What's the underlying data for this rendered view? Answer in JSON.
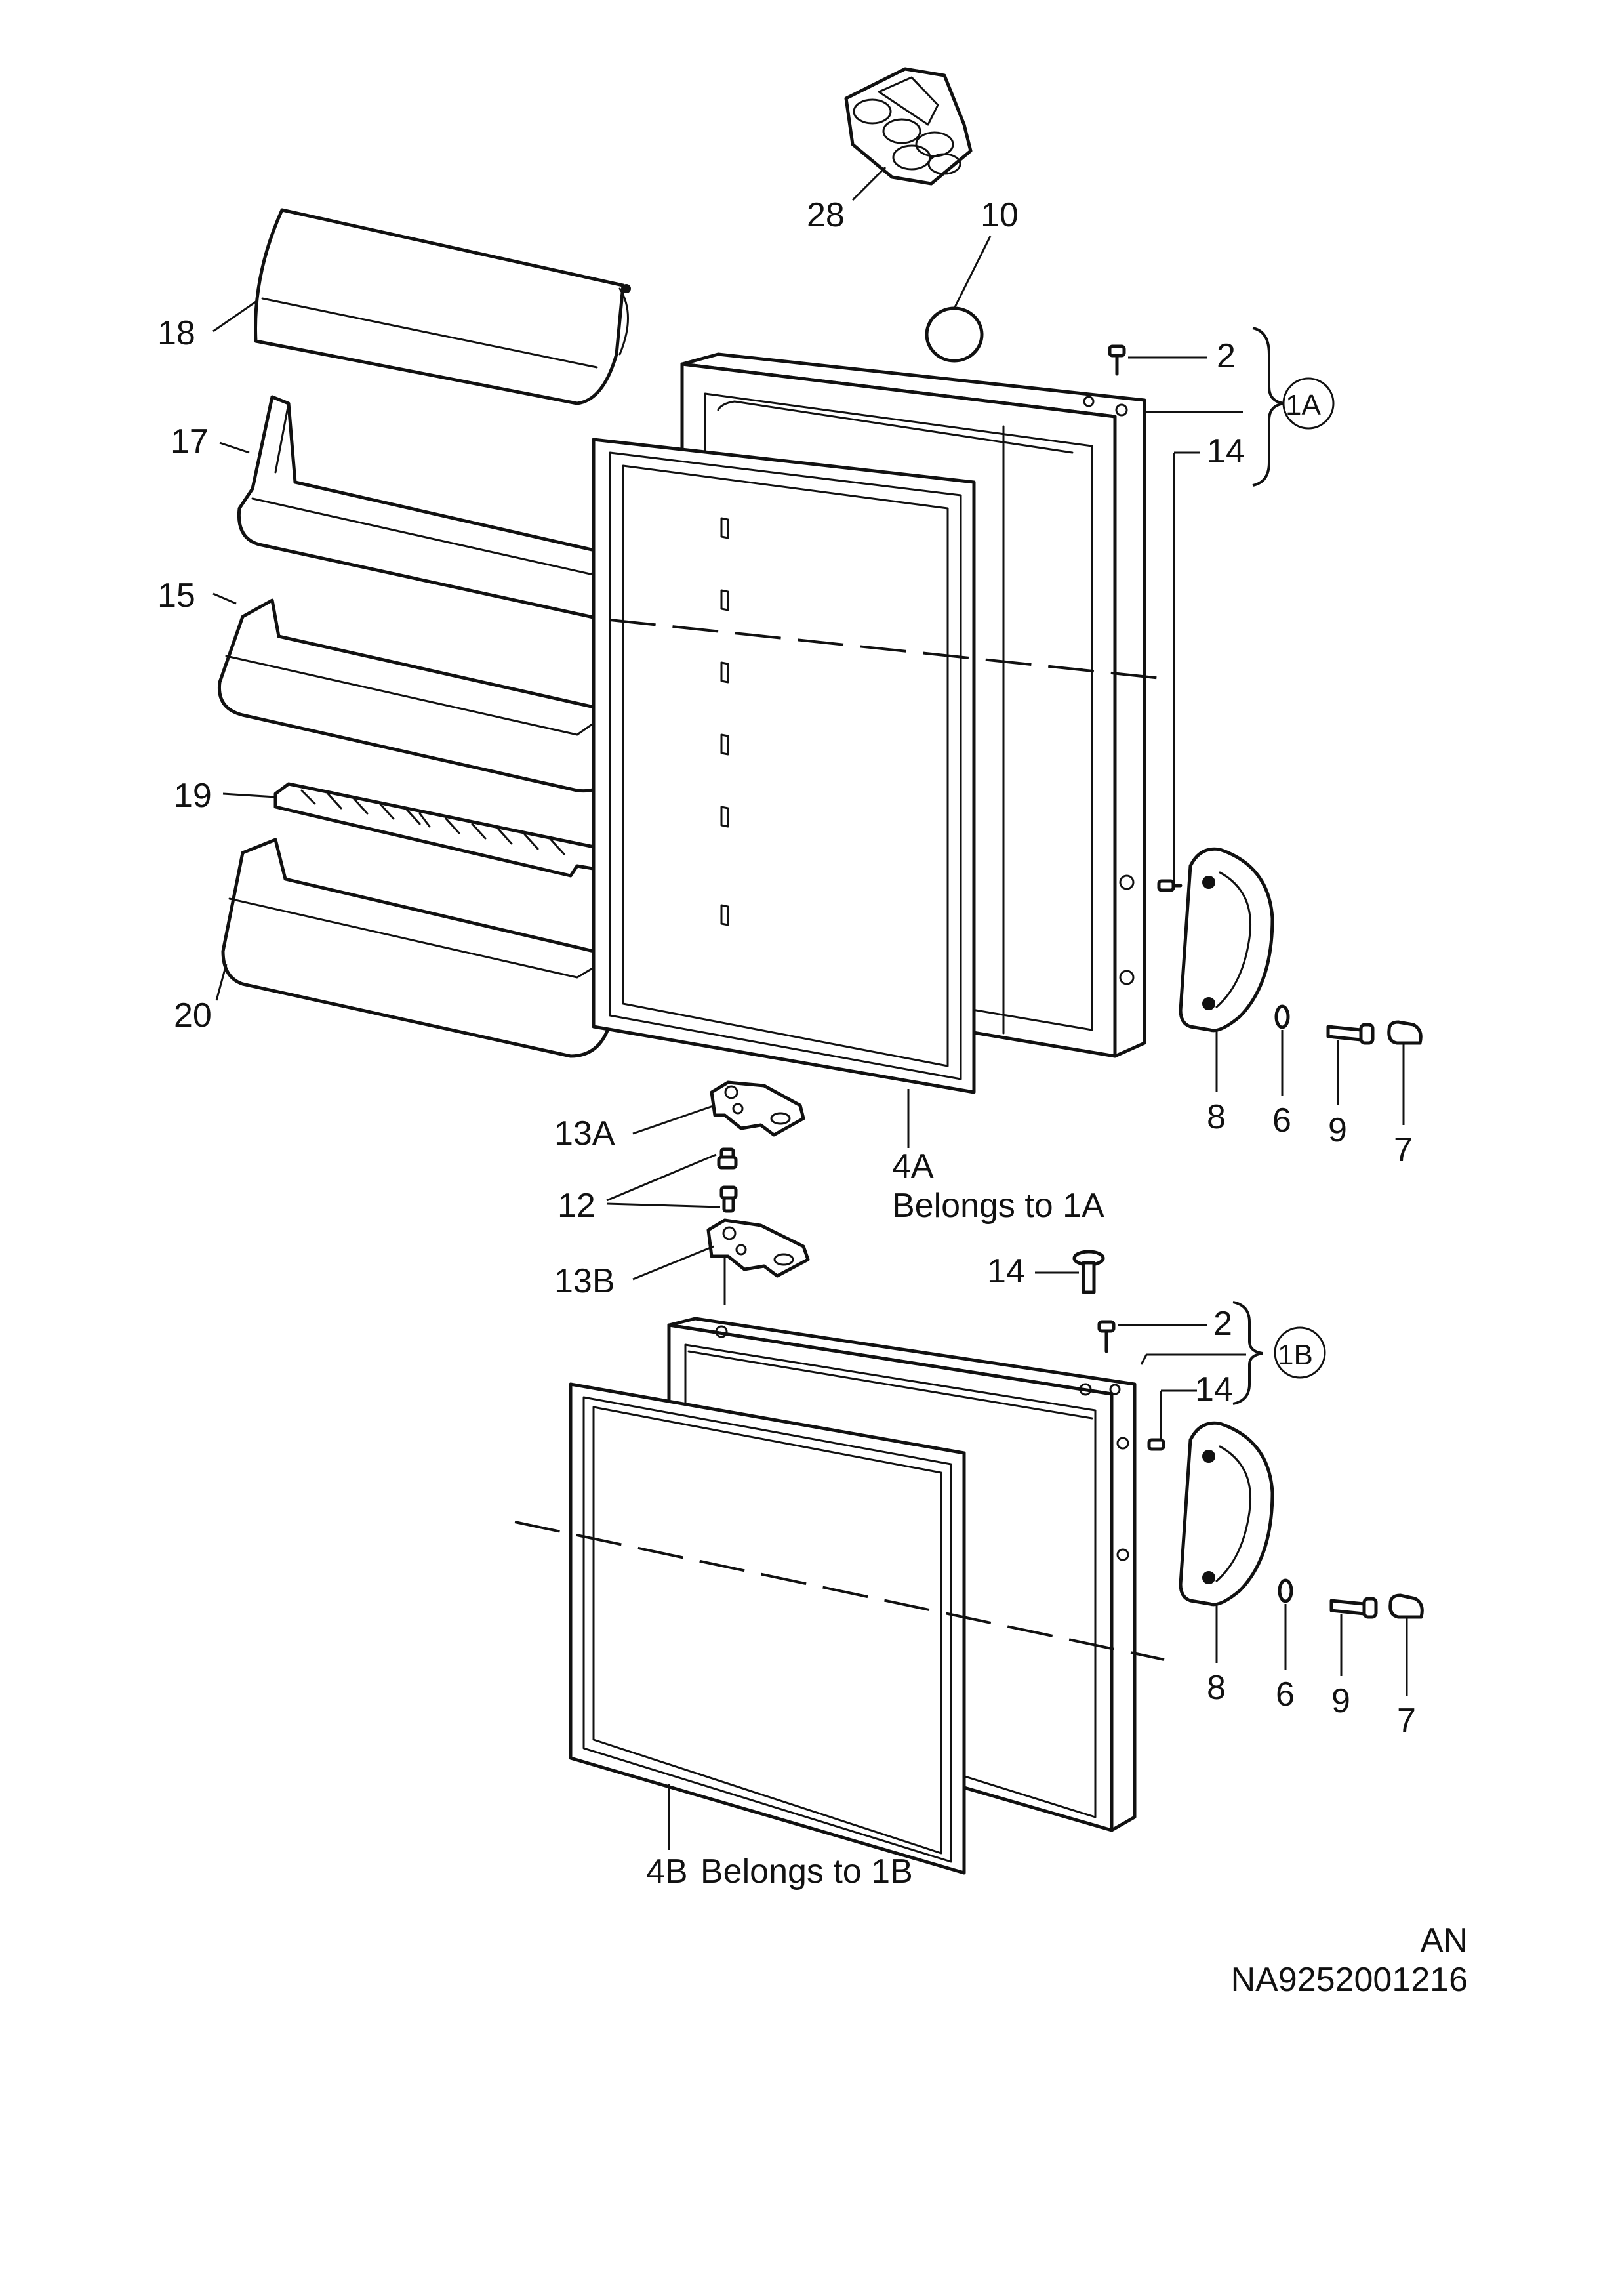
{
  "diagram": {
    "labels": {
      "p28": "28",
      "p10": "10",
      "p18": "18",
      "p2_top": "2",
      "p1A": "1A",
      "p14_top": "14",
      "p17": "17",
      "p15": "15",
      "p19": "19",
      "p20": "20",
      "p8_top": "8",
      "p6_top": "6",
      "p9_top": "9",
      "p7_top": "7",
      "p13A": "13A",
      "p12": "12",
      "p4A": "4A",
      "p4A_note": "Belongs to 1A",
      "p13B": "13B",
      "p14_mid": "14",
      "p2_bot": "2",
      "p1B": "1B",
      "p14_bot": "14",
      "p8_bot": "8",
      "p6_bot": "6",
      "p9_bot": "9",
      "p7_bot": "7",
      "p4B": "4B",
      "p4B_note": "Belongs to 1B",
      "code_line1": "AN",
      "code_line2": "NA9252001216"
    }
  }
}
